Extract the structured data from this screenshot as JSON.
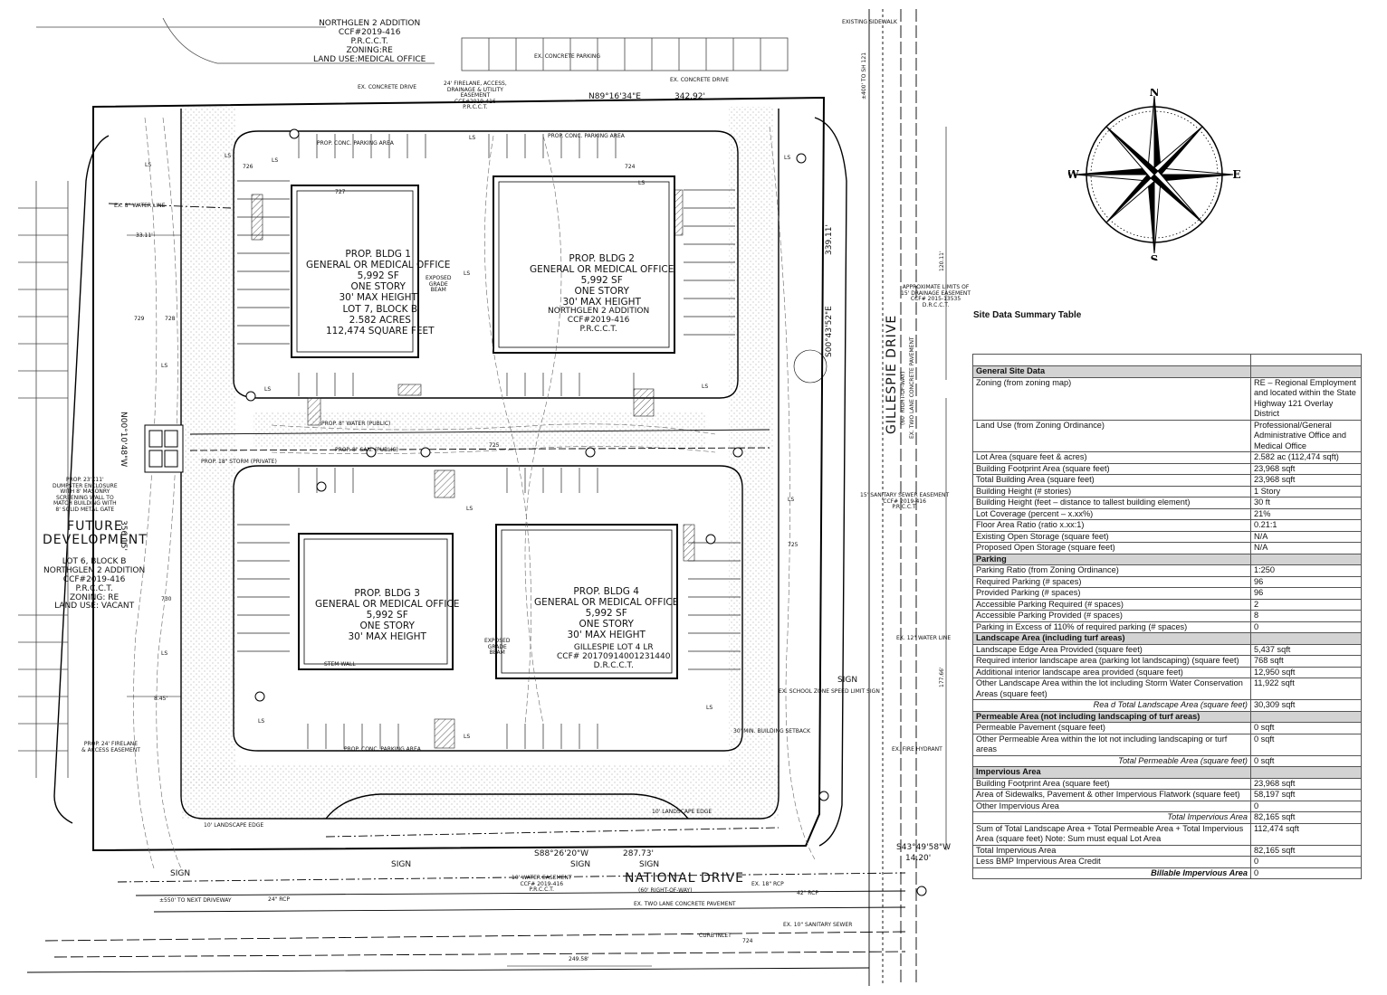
{
  "plan": {
    "north_addition": [
      "NORTHGLEN 2 ADDITION",
      "CCF#2019-416",
      "P.R.C.C.T.",
      "ZONING:RE",
      "LAND USE:MEDICAL OFFICE"
    ],
    "future_development": [
      "FUTURE",
      "DEVELOPMENT"
    ],
    "lot6": [
      "LOT 6, BLOCK B",
      "NORTHGLEN 2 ADDITION",
      "CCF#2019-416",
      "P.R.C.C.T.",
      "ZONING: RE",
      "LAND USE: VACANT"
    ],
    "bldg1": [
      "PROP. BLDG 1",
      "GENERAL OR MEDICAL OFFICE",
      "5,992 SF",
      "ONE STORY",
      "30' MAX HEIGHT"
    ],
    "lot7": [
      "LOT 7, BLOCK B",
      "2.582 ACRES",
      "112,474 SQUARE FEET"
    ],
    "bldg2": [
      "PROP. BLDG 2",
      "GENERAL OR MEDICAL OFFICE",
      "5,992 SF",
      "ONE STORY",
      "30' MAX HEIGHT"
    ],
    "northglen_lot": [
      "NORTHGLEN 2 ADDITION",
      "CCF#2019-416",
      "P.R.C.C.T."
    ],
    "bldg3": [
      "PROP. BLDG 3",
      "GENERAL OR MEDICAL OFFICE",
      "5,992 SF",
      "ONE STORY",
      "30' MAX HEIGHT"
    ],
    "bldg4": [
      "PROP. BLDG 4",
      "GENERAL OR MEDICAL OFFICE",
      "5,992 SF",
      "ONE STORY",
      "30' MAX HEIGHT"
    ],
    "gillespie_lot": [
      "GILLESPIE LOT 4 LR",
      "CCF# 20170914001231440",
      "D.R.C.C.T."
    ],
    "gillespie_drive": "GILLESPIE DRIVE",
    "gillespie_row": "(60' RIGHT-OF-WAY)",
    "gillespie_pavement": "EX. TWO LANE CONCRETE PAVEMENT",
    "national_drive": "NATIONAL DRIVE",
    "national_row": "(60' RIGHT-OF-WAY)",
    "national_pavement": "EX. TWO LANE CONCRETE PAVEMENT",
    "bearing_north": "N89°16'34\"E",
    "dist_north": "342.92'",
    "bearing_west": "N00°10'48\"W",
    "dist_west": "356.15'",
    "bearing_east": "S00°43'52\"E",
    "dist_east": "339.11'",
    "bearing_south": "S88°26'20\"W",
    "dist_south": "287.73'",
    "bearing_corner": "S43°49'58\"W",
    "dist_corner": "14.20'",
    "dim_east1": "120.11'",
    "dim_east2": "177.66'",
    "dim_south": "249.58'",
    "dim_west": "33.11'",
    "dim_west2": "8.45'",
    "ex_water_line": "EX. 8\" WATER LINE",
    "ex_conc_parking": "EX. CONCRETE PARKING",
    "ex_conc_drive": "EX. CONCRETE DRIVE",
    "prop_parking_area": "PROP. CONC. PARKING AREA",
    "ex_sidewalk": "EXISTING SIDEWALK",
    "dumpster": [
      "PROP. 23'X11'",
      "DUMPSTER ENCLOSURE",
      "WITH 8' MASONRY",
      "SCREENING WALL TO",
      "MATCH BUILDING WITH",
      "8' SOLID METAL GATE"
    ],
    "firelane_north": [
      "24' FIRELANE, ACCESS,",
      "DRAINAGE & UTILITY",
      "EASEMENT",
      "CCF#2019-416",
      "P.R.C.C.T."
    ],
    "san_easement_east": [
      "15' SANITARY SEWER EASEMENT",
      "CCF# 2019-416",
      "P.R.C.C.T."
    ],
    "drainage_easement": [
      "APPROXIMATE LIMITS OF",
      "15' DRAINAGE EASEMENT",
      "CCF# 2015-13535",
      "D.R.C.C.T."
    ],
    "water_easement_south": [
      "10' WATER EASEMENT",
      "CCF# 2019-416",
      "P.R.C.C.T."
    ],
    "firelane_south": [
      "PROP. 24' FIRELANE",
      "& ACCESS EASEMENT"
    ],
    "sign": "SIGN",
    "ls": "LS",
    "storm_pipe": "PROP. 18\" STORM (PRIVATE)",
    "water_line_prop": "PROP. 8\" WATER (PUBLIC)",
    "sanitary_prop": "PROP. 8\" SAN. (PUBLIC)",
    "next_driveway": "±550' TO NEXT DRIVEWAY",
    "to_sh121": "±400' TO SH 121",
    "rcp": "24\" RCP",
    "school_zone": "EX. SCHOOL ZONE SPEED LIMIT SIGN",
    "landscape_edge": "10' LANDSCAPE EDGE",
    "setback": "30' MIN. BUILDING SETBACK",
    "exposed_beam": [
      "EXPOSED",
      "GRADE",
      "BEAM"
    ],
    "stem_wall": "STEM WALL",
    "ex_fire_hydrant": "EX. FIRE HYDRANT",
    "ex_12_water": "EX. 12\" WATER LINE",
    "ex_10_san": "EX. 10\" SANITARY SEWER",
    "ex_18_rcp": "EX. 18\" RCP",
    "ex_42_rcp": "42\" RCP",
    "curb_inlet": "CURB INLET",
    "contours": [
      "724",
      "725",
      "726",
      "727",
      "728",
      "729",
      "730"
    ]
  },
  "compass": {
    "n": "N",
    "s": "S",
    "e": "E",
    "w": "W"
  },
  "table": {
    "title": "Site Data Summary Table",
    "rows": [
      {
        "type": "top",
        "c1": "",
        "c2": ""
      },
      {
        "type": "sec",
        "c1": "General Site Data",
        "c2": ""
      },
      {
        "type": "row",
        "c1": "Zoning (from zoning map)",
        "c2": "RE – Regional Employment and located within the State Highway 121 Overlay District"
      },
      {
        "type": "row",
        "c1": "Land Use (from Zoning Ordinance)",
        "c2": "Professional/General Administrative Office and Medical Office"
      },
      {
        "type": "row",
        "c1": "Lot Area (square feet & acres)",
        "c2": "2.582 ac (112,474 sqft)"
      },
      {
        "type": "row",
        "c1": "Building Footprint Area (square feet)",
        "c2": "23,968 sqft"
      },
      {
        "type": "row",
        "c1": "Total Building Area (square feet)",
        "c2": "23,968 sqft"
      },
      {
        "type": "row",
        "c1": "Building Height (# stories)",
        "c2": "1 Story"
      },
      {
        "type": "row",
        "c1": "Building Height (feet – distance to tallest building element)",
        "c2": "30 ft"
      },
      {
        "type": "row",
        "c1": "Lot Coverage (percent – x.xx%)",
        "c2": "21%"
      },
      {
        "type": "row",
        "c1": "Floor Area Ratio (ratio x.xx:1)",
        "c2": "0.21:1"
      },
      {
        "type": "row",
        "c1": "Existing Open Storage (square feet)",
        "c2": "N/A"
      },
      {
        "type": "row",
        "c1": "Proposed Open Storage (square feet)",
        "c2": "N/A"
      },
      {
        "type": "sec",
        "c1": "Parking",
        "c2": ""
      },
      {
        "type": "row",
        "c1": "Parking Ratio (from Zoning Ordinance)",
        "c2": "1:250"
      },
      {
        "type": "row",
        "c1": "Required Parking (# spaces)",
        "c2": "96"
      },
      {
        "type": "row",
        "c1": "Provided Parking (# spaces)",
        "c2": "96"
      },
      {
        "type": "row",
        "c1": "Accessible Parking Required (# spaces)",
        "c2": "2"
      },
      {
        "type": "row",
        "c1": "Accessible Parking Provided (# spaces)",
        "c2": "8"
      },
      {
        "type": "row",
        "c1": "Parking in Excess of 110% of required parking (# spaces)",
        "c2": "0"
      },
      {
        "type": "sec",
        "c1": "Landscape Area (including turf areas)",
        "c2": ""
      },
      {
        "type": "row",
        "c1": "Landscape Edge Area Provided (square feet)",
        "c2": "5,437 sqft"
      },
      {
        "type": "row",
        "c1": "Required interior landscape area (parking lot landscaping) (square feet)",
        "c2": "768 sqft"
      },
      {
        "type": "row",
        "c1": "Additional interior landscape area provided (square feet)",
        "c2": "12,950 sqft"
      },
      {
        "type": "row",
        "c1": "Other Landscape Area within the lot including Storm Water Conservation Areas (square feet)",
        "c2": "11,922 sqft"
      },
      {
        "type": "tot",
        "c1": "Rea d Total Landscape Area (square feet)",
        "c2": "30,309 sqft"
      },
      {
        "type": "sec",
        "c1": "Permeable Area (not including landscaping of turf areas)",
        "c2": ""
      },
      {
        "type": "row",
        "c1": "Permeable Pavement (square feet)",
        "c2": "0 sqft"
      },
      {
        "type": "row",
        "c1": "Other Permeable Area within the lot not including landscaping or turf areas",
        "c2": "0 sqft"
      },
      {
        "type": "tot",
        "c1": "Total Permeable Area (square feet)",
        "c2": "0 sqft"
      },
      {
        "type": "sec",
        "c1": "Impervious Area",
        "c2": ""
      },
      {
        "type": "row",
        "c1": "Building Footprint Area (square feet)",
        "c2": "23,968 sqft"
      },
      {
        "type": "row",
        "c1": "Area of Sidewalks, Pavement & other Impervious Flatwork (square feet)",
        "c2": "58,197 sqft"
      },
      {
        "type": "row",
        "c1": "Other Impervious Area",
        "c2": "0"
      },
      {
        "type": "tot",
        "c1": "Total Impervious Area",
        "c2": "82,165 sqft"
      },
      {
        "type": "row",
        "c1": "Sum of Total Landscape Area + Total Permeable Area + Total Impervious Area (square feet) Note: Sum must equal Lot Area",
        "c2": "112,474 sqft"
      },
      {
        "type": "row",
        "c1": "Total Impervious Area",
        "c2": "82,165 sqft"
      },
      {
        "type": "row",
        "c1": "Less BMP Impervious Area Credit",
        "c2": "0"
      },
      {
        "type": "bill",
        "c1": "Billable Impervious Area",
        "c2": "0"
      }
    ]
  }
}
